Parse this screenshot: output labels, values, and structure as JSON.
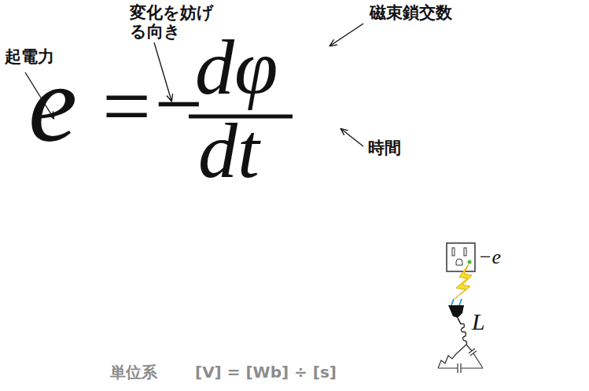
{
  "diagram": {
    "labels": [
      "起電力",
      "変化を妨げ る向き",
      "磁束鎖交数",
      "e",
      "=",
      "−",
      "dφ",
      "時間",
      "dt",
      "−e",
      "L",
      "単位系",
      "[V] = [Wb] ÷ [s]"
    ]
  }
}
